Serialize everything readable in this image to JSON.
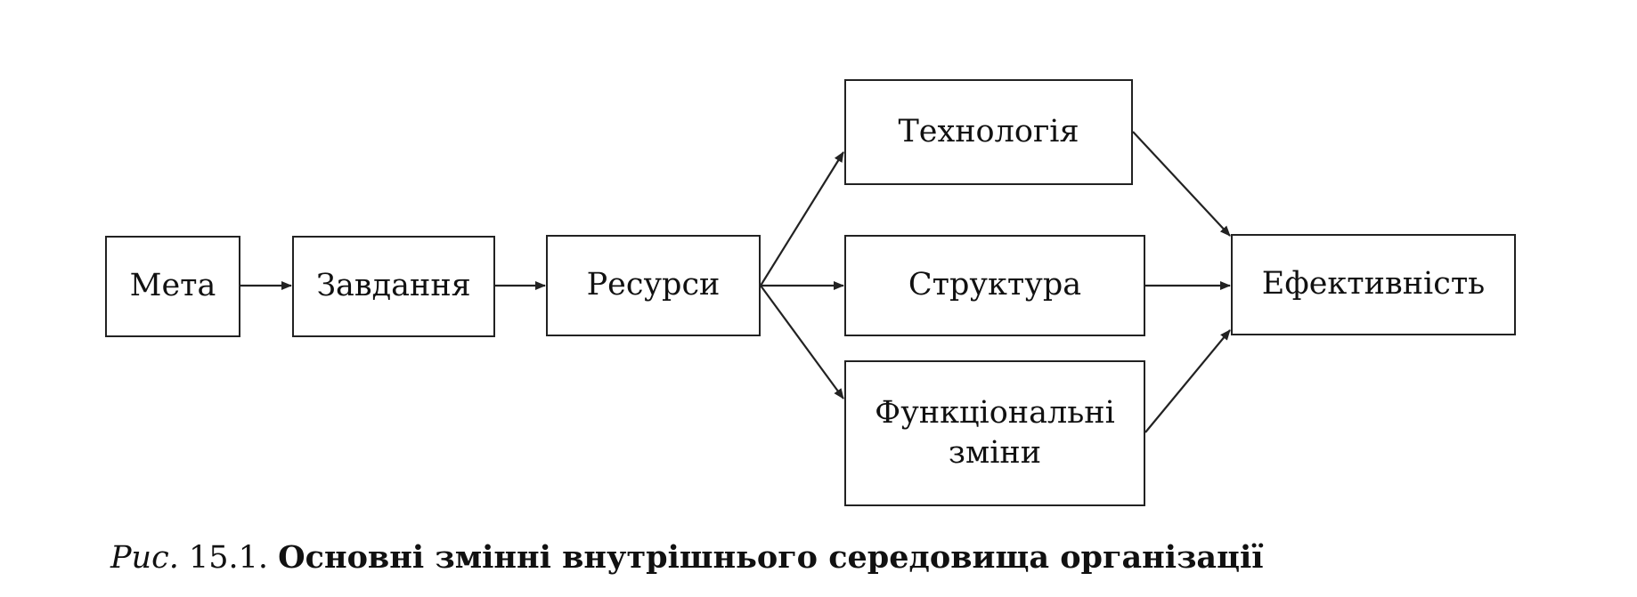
{
  "nodes": {
    "meta": "Мета",
    "tasks": "Завдання",
    "resources": "Ресурси",
    "technology": "Технологія",
    "structure": "Структура",
    "functional_line1": "Функціональні",
    "functional_line2": "зміни",
    "efficiency": "Ефективність"
  },
  "edges": [
    {
      "from": "meta",
      "to": "tasks"
    },
    {
      "from": "tasks",
      "to": "resources"
    },
    {
      "from": "resources",
      "to": "technology"
    },
    {
      "from": "resources",
      "to": "structure"
    },
    {
      "from": "resources",
      "to": "functional"
    },
    {
      "from": "technology",
      "to": "efficiency"
    },
    {
      "from": "structure",
      "to": "efficiency"
    },
    {
      "from": "functional",
      "to": "efficiency"
    }
  ],
  "caption": {
    "figure_label": "Рис.",
    "number": "15.1.",
    "title": "Основні змінні внутрішнього середовища організації"
  }
}
